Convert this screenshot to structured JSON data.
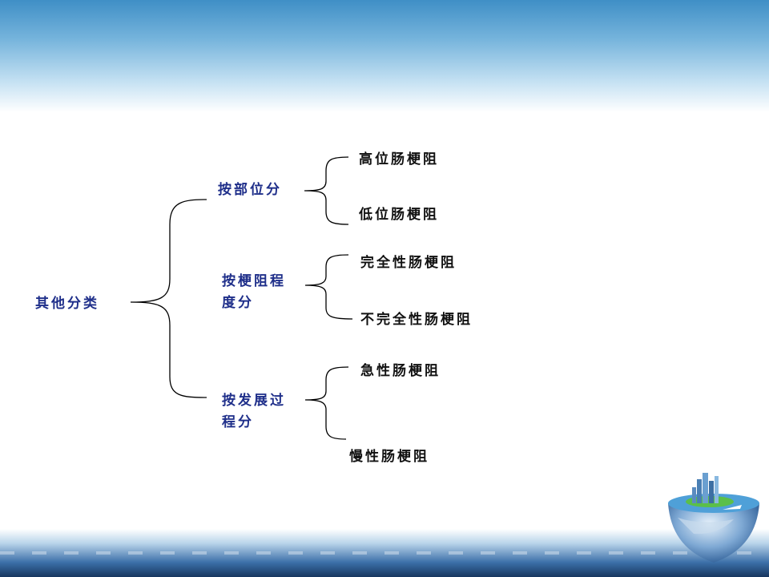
{
  "root": {
    "label": "其他分类"
  },
  "branches": [
    {
      "label": "按部位分",
      "leaves": [
        "高位肠梗阻",
        "低位肠梗阻"
      ]
    },
    {
      "label": "按梗阻程度分",
      "leaves": [
        "完全性肠梗阻",
        "不完全性肠梗阻"
      ]
    },
    {
      "label": "按发展过程分",
      "leaves": [
        "急性肠梗阻",
        "慢性肠梗阻"
      ]
    }
  ],
  "colors": {
    "branch_text": "#1f2f8a",
    "leaf_text": "#111111",
    "bracket": "#000000"
  }
}
